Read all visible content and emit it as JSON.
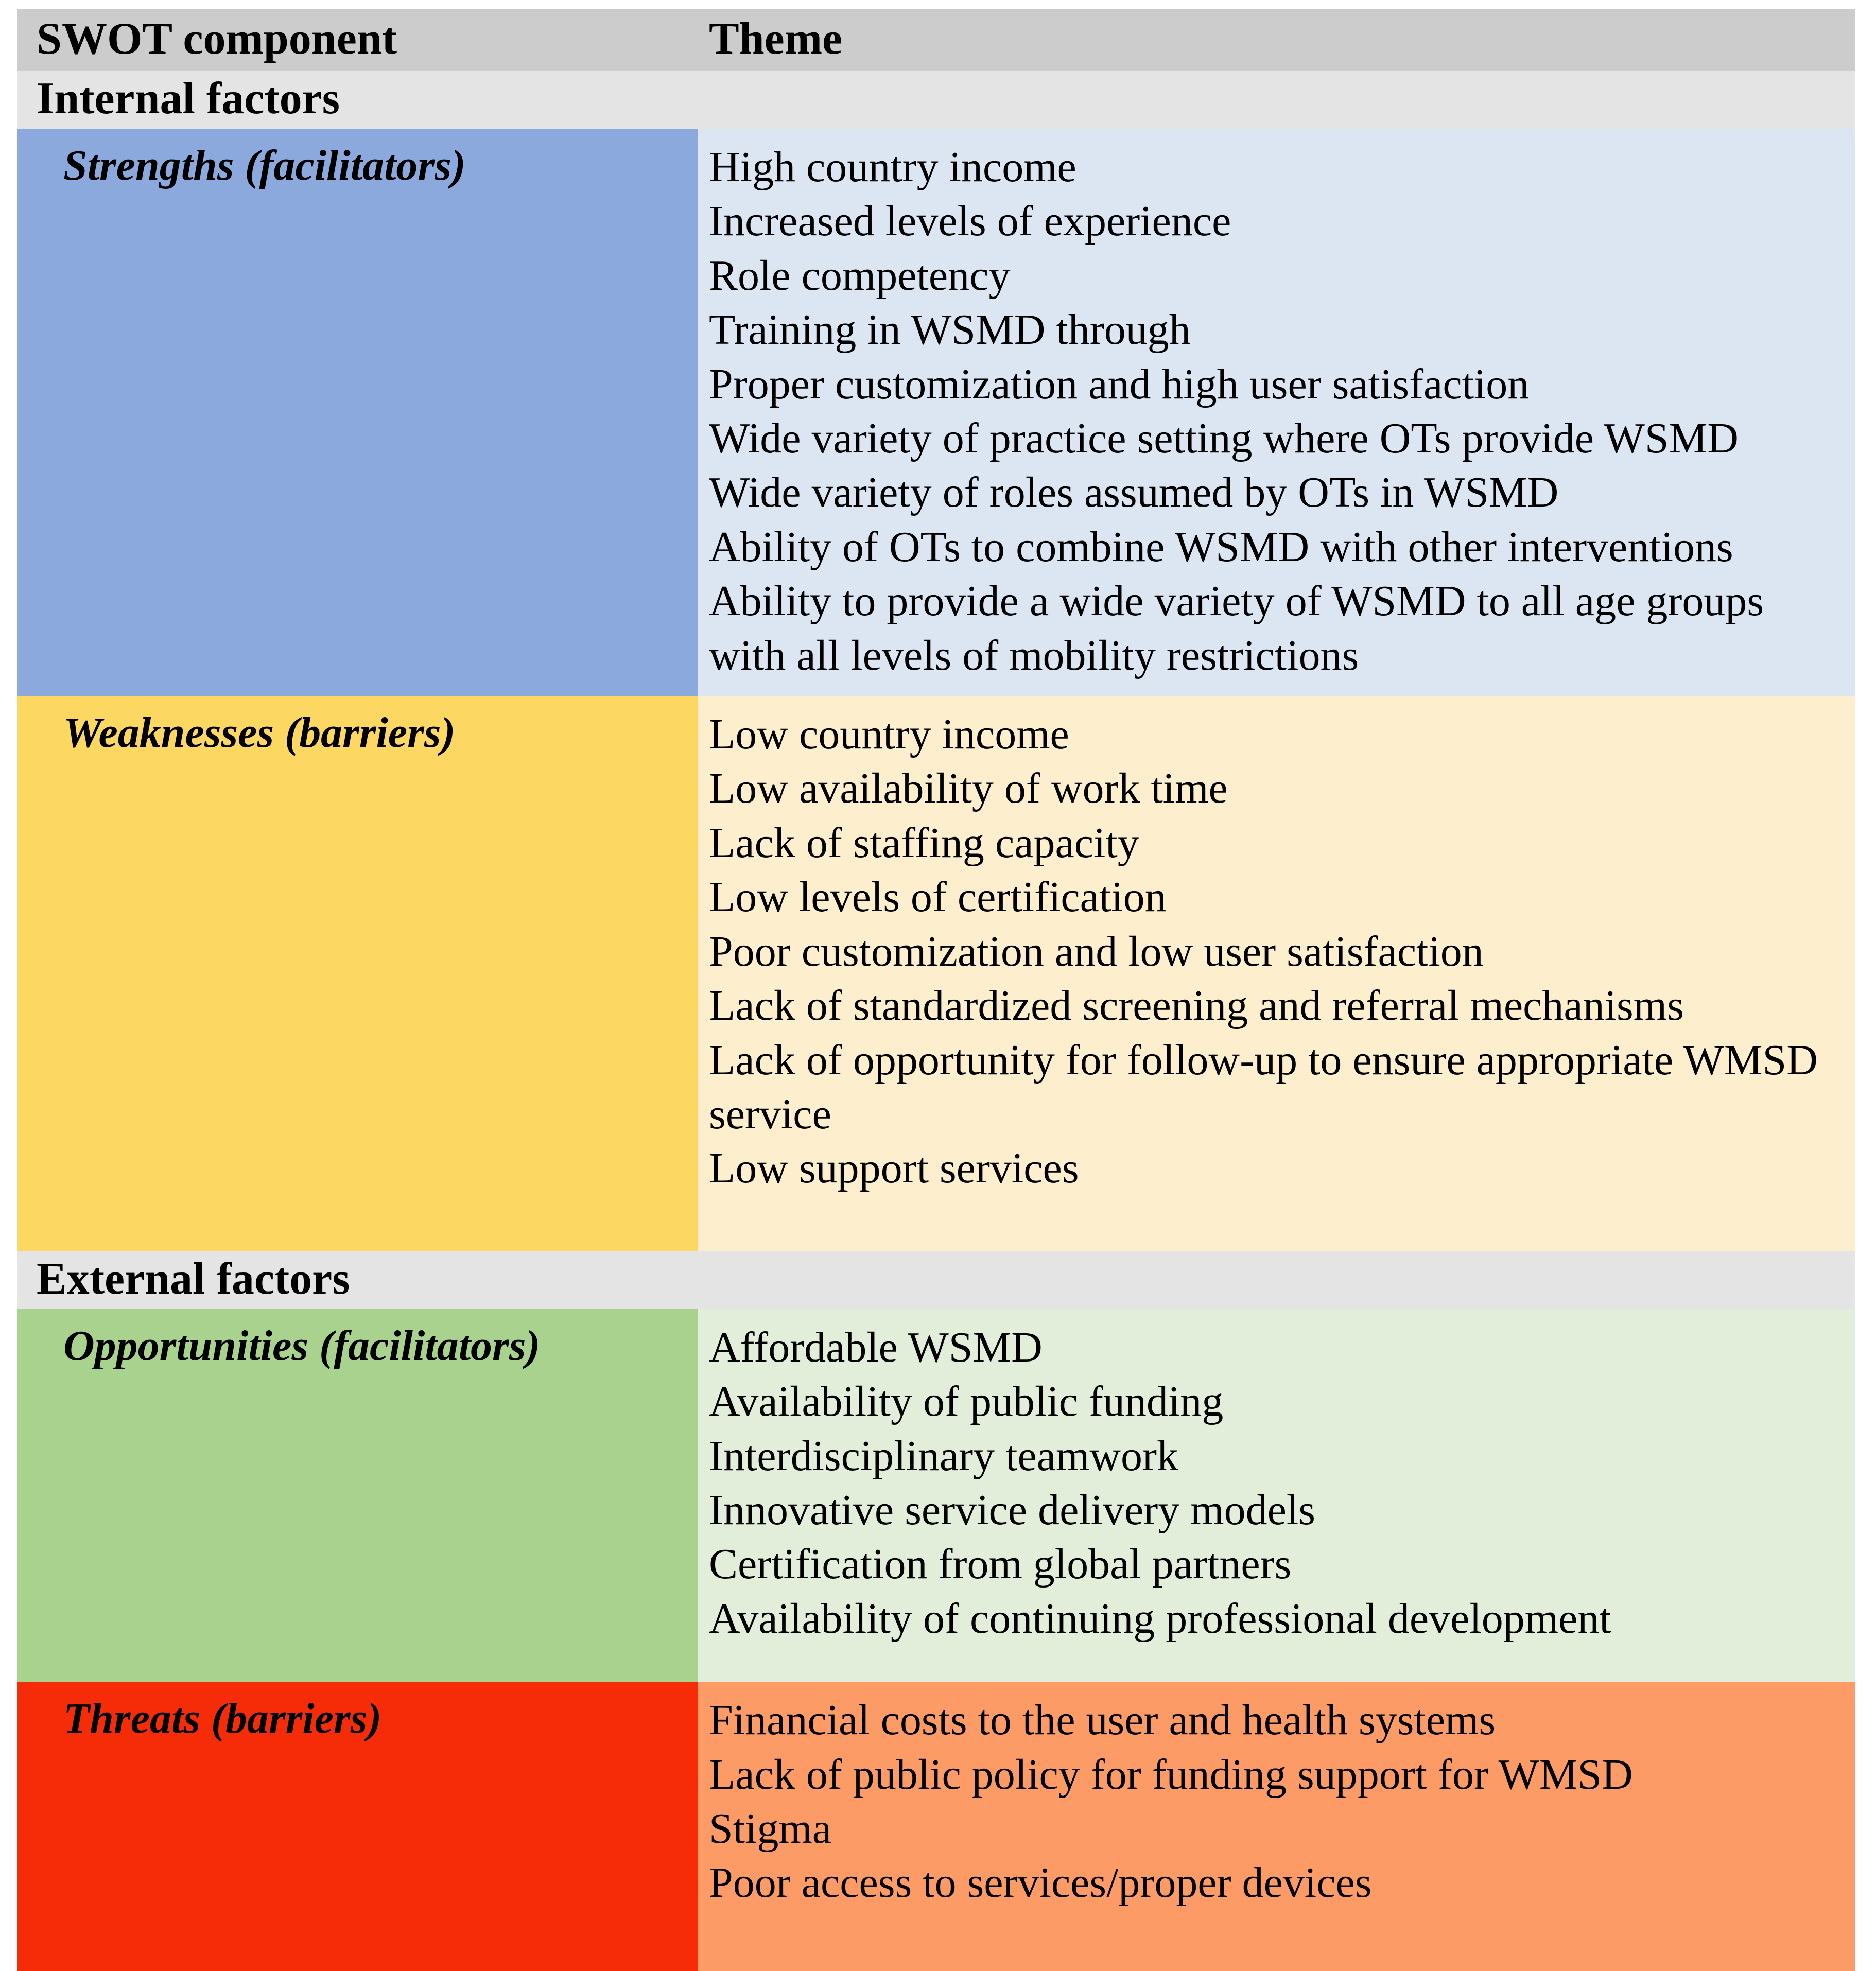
{
  "table": {
    "columns": {
      "component_header": "SWOT component",
      "theme_header": "Theme"
    },
    "sections": [
      {
        "band_label": "Internal factors",
        "rows": [
          {
            "key": "strengths",
            "label": "Strengths (facilitators)",
            "label_color": "#8CA9DD",
            "theme_color": "#DCE6F2",
            "themes": [
              "High country income",
              "Increased levels of experience",
              "Role competency",
              "Training in WSMD through",
              "Proper customization and high user satisfaction",
              "Wide variety of practice setting where OTs provide WSMD",
              "Wide variety of roles assumed by OTs in WSMD",
              "Ability of OTs to combine WSMD with other interventions",
              "Ability to provide a wide variety of WSMD to all age groups with all levels of mobility restrictions"
            ]
          },
          {
            "key": "weaknesses",
            "label": "Weaknesses (barriers)",
            "label_color": "#FCD862",
            "theme_color": "#FDEFCD",
            "themes": [
              "Low country income",
              "Low availability of work time",
              "Lack of staffing capacity",
              "Low levels of certification",
              "Poor customization and low user satisfaction",
              "Lack of standardized screening and referral mechanisms",
              "Lack of opportunity for follow-up to ensure appropriate WMSD service",
              "Low support services"
            ]
          }
        ]
      },
      {
        "band_label": "External factors",
        "rows": [
          {
            "key": "opportunities",
            "label": "Opportunities (facilitators)",
            "label_color": "#A8D28E",
            "theme_color": "#E2EEDA",
            "themes": [
              "Affordable WSMD",
              "Availability of public funding",
              "Interdisciplinary teamwork",
              "Innovative service delivery models",
              "Certification from global partners",
              "Availability of continuing professional development"
            ]
          },
          {
            "key": "threats",
            "label": "Threats (barriers)",
            "label_color": "#F62B08",
            "theme_color": "#FC9B66",
            "themes": [
              "Financial costs to the user and health systems",
              "Lack of public policy for funding support for WMSD",
              "Stigma",
              "Poor access to services/proper devices"
            ]
          }
        ]
      }
    ]
  }
}
